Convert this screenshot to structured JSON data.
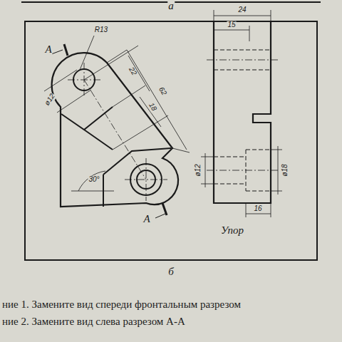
{
  "diagram": {
    "labels": [
      "а",
      "R13",
      "A",
      "ø12",
      "22",
      "18",
      "62",
      "30°",
      "A",
      "24",
      "15",
      "ø12",
      "ø18",
      "16",
      "Упор",
      "б",
      "ние 1. Замените вид спереди фронтальным разрезом",
      "ние 2. Замените вид слева разрезом А-А"
    ]
  }
}
